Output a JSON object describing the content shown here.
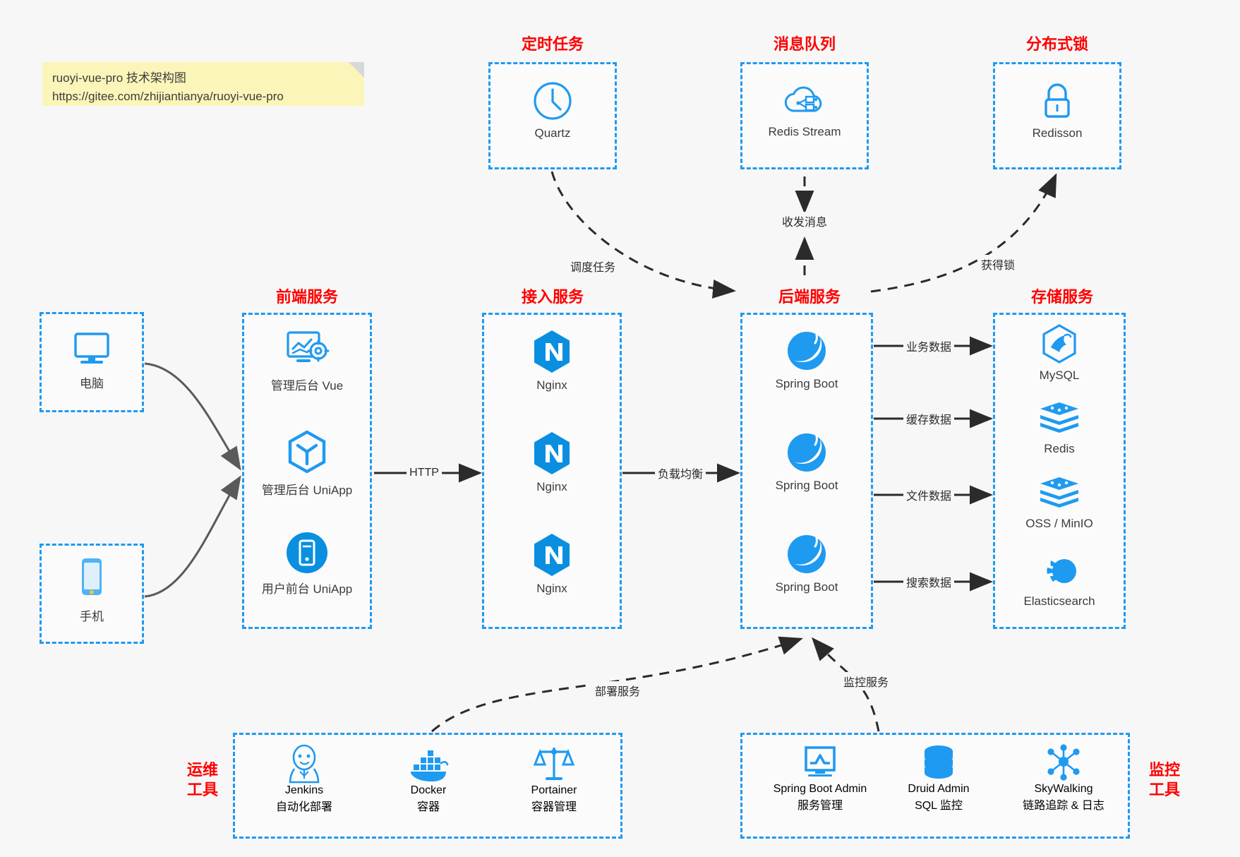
{
  "note": {
    "line1": "ruoyi-vue-pro 技术架构图",
    "line2": "https://gitee.com/zhijiantianya/ruoyi-vue-pro"
  },
  "colors": {
    "accent_blue": "#1e9af1",
    "title_red": "#ff0000",
    "note_yellow": "#fcf5b9",
    "background": "#f7f7f7",
    "text_dark": "#3c3c3c",
    "arrow_dark": "#2b2b2b",
    "arrow_gray": "#5a5a5a"
  },
  "groups": {
    "scheduled_task": {
      "title": "定时任务",
      "items": [
        {
          "label": "Quartz",
          "icon": "clock-icon"
        }
      ]
    },
    "message_queue": {
      "title": "消息队列",
      "items": [
        {
          "label": "Redis Stream",
          "icon": "cloud-network-icon"
        }
      ]
    },
    "distributed_lock": {
      "title": "分布式锁",
      "items": [
        {
          "label": "Redisson",
          "icon": "lock-icon"
        }
      ]
    },
    "devices": {
      "items": [
        {
          "label": "电脑",
          "icon": "monitor-icon"
        },
        {
          "label": "手机",
          "icon": "phone-icon"
        }
      ]
    },
    "frontend": {
      "title": "前端服务",
      "items": [
        {
          "label": "管理后台 Vue",
          "icon": "dashboard-gear-icon"
        },
        {
          "label": "管理后台 UniApp",
          "icon": "hexagon-cube-icon"
        },
        {
          "label": "用户前台 UniApp",
          "icon": "mobile-circle-icon"
        }
      ]
    },
    "gateway": {
      "title": "接入服务",
      "items": [
        {
          "label": "Nginx",
          "icon": "nginx-icon"
        },
        {
          "label": "Nginx",
          "icon": "nginx-icon"
        },
        {
          "label": "Nginx",
          "icon": "nginx-icon"
        }
      ]
    },
    "backend": {
      "title": "后端服务",
      "items": [
        {
          "label": "Spring Boot",
          "icon": "spring-boot-icon"
        },
        {
          "label": "Spring Boot",
          "icon": "spring-boot-icon"
        },
        {
          "label": "Spring Boot",
          "icon": "spring-boot-icon"
        }
      ]
    },
    "storage": {
      "title": "存储服务",
      "items": [
        {
          "label": "MySQL",
          "icon": "mysql-dolphin-icon"
        },
        {
          "label": "Redis",
          "icon": "redis-stack-icon"
        },
        {
          "label": "OSS / MinIO",
          "icon": "oss-stack-icon"
        },
        {
          "label": "Elasticsearch",
          "icon": "elasticsearch-icon"
        }
      ]
    },
    "devops": {
      "title_line1": "运维",
      "title_line2": "工具",
      "items": [
        {
          "label": "Jenkins",
          "sub": "自动化部署",
          "icon": "jenkins-butler-icon"
        },
        {
          "label": "Docker",
          "sub": "容器",
          "icon": "docker-whale-icon"
        },
        {
          "label": "Portainer",
          "sub": "容器管理",
          "icon": "scales-icon"
        }
      ]
    },
    "monitoring": {
      "title_line1": "监控",
      "title_line2": "工具",
      "items": [
        {
          "label": "Spring Boot Admin",
          "sub": "服务管理",
          "icon": "monitor-chart-icon"
        },
        {
          "label": "Druid Admin",
          "sub": "SQL 监控",
          "icon": "database-icon"
        },
        {
          "label": "SkyWalking",
          "sub": "链路追踪 & 日志",
          "icon": "skywalking-icon"
        }
      ]
    }
  },
  "edges": [
    {
      "id": "schedule-task",
      "label": "调度任务",
      "style": "dashed"
    },
    {
      "id": "send-receive-msg",
      "label": "收发消息",
      "style": "dashed"
    },
    {
      "id": "acquire-lock",
      "label": "获得锁",
      "style": "dashed"
    },
    {
      "id": "http",
      "label": "HTTP",
      "style": "solid"
    },
    {
      "id": "load-balance",
      "label": "负载均衡",
      "style": "solid"
    },
    {
      "id": "business-data",
      "label": "业务数据",
      "style": "solid"
    },
    {
      "id": "cache-data",
      "label": "缓存数据",
      "style": "solid"
    },
    {
      "id": "file-data",
      "label": "文件数据",
      "style": "solid"
    },
    {
      "id": "search-data",
      "label": "搜索数据",
      "style": "solid"
    },
    {
      "id": "deploy-service",
      "label": "部署服务",
      "style": "dashed"
    },
    {
      "id": "monitor-service",
      "label": "监控服务",
      "style": "dashed"
    }
  ]
}
